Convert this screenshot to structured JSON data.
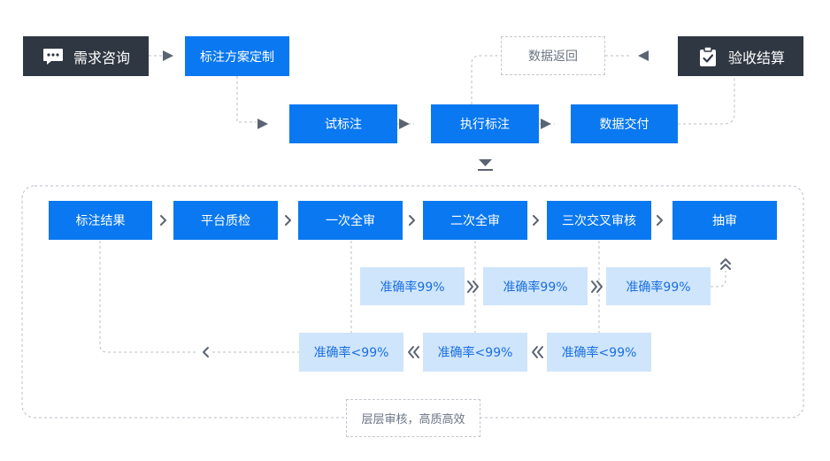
{
  "top_flow": {
    "consult": "需求咨询",
    "plan": "标注方案定制",
    "return": "数据返回",
    "accept": "验收结算",
    "trial": "试标注",
    "execute": "执行标注",
    "deliver": "数据交付"
  },
  "review_flow": {
    "steps": [
      "标注结果",
      "平台质检",
      "一次全审",
      "二次全审",
      "三次交叉审核",
      "抽审"
    ],
    "pass": "准确率99%",
    "fail": "准确率<99%",
    "motto": "层层审核，高质高效"
  },
  "colors": {
    "blue": "#0a78f0",
    "dark": "#2f3742",
    "light": "#cfe5fb",
    "light_text": "#1a6fe0",
    "line": "#b8bec7"
  },
  "icons": {
    "consult": "chat-bubble-icon",
    "accept": "clipboard-check-icon"
  }
}
